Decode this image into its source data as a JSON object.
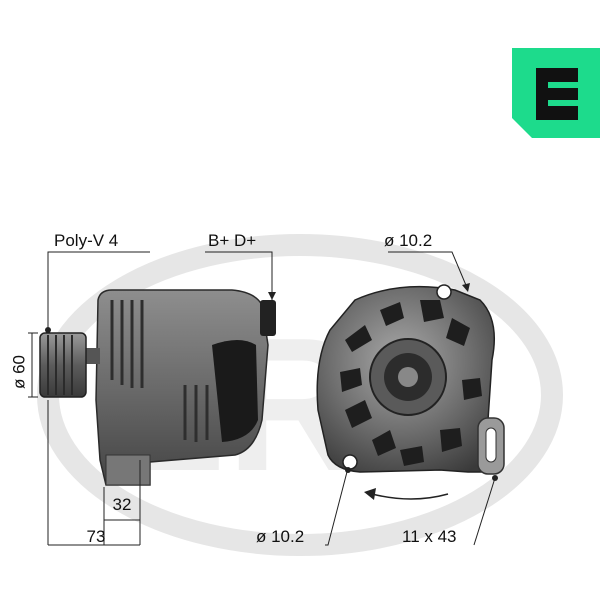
{
  "brand": {
    "badge_letter": "e",
    "badge_color": "#1ddb8c",
    "watermark_text": "ERA",
    "watermark_color": "#e6e6e6"
  },
  "labels": {
    "pulley": "Poly-V 4",
    "terminals": "B+ D+",
    "pulley_diameter": "ø 60",
    "dim_small": "32",
    "dim_total": "73",
    "hole_top": "ø 10.2",
    "hole_bottom": "ø 10.2",
    "slot": "11 x 43"
  }
}
